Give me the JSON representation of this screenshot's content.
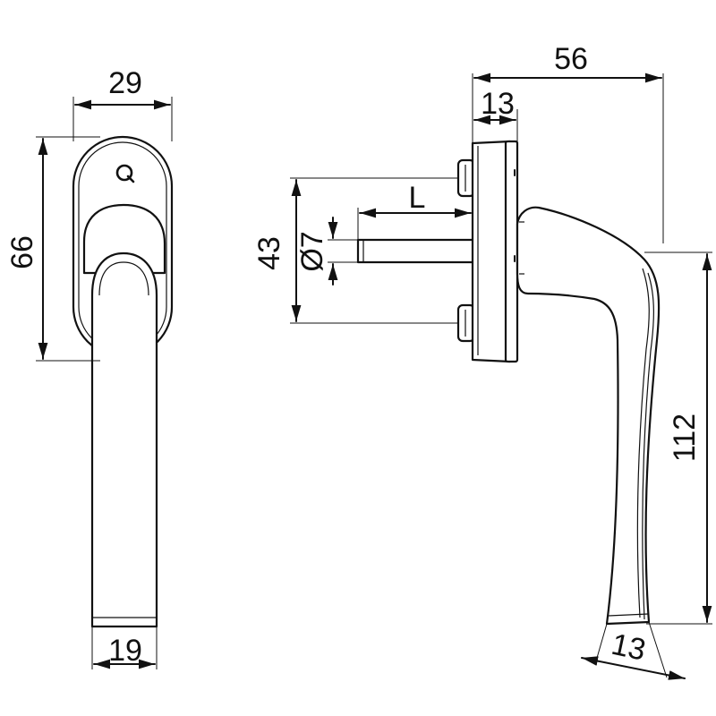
{
  "dimensions": {
    "front_width": "29",
    "front_height": "66",
    "grip_width": "19",
    "side_total_width": "56",
    "rose_depth": "13",
    "spindle_length": "L",
    "screw_spacing": "43",
    "spindle_diameter": "Ø7",
    "handle_height": "112",
    "tip_width": "13"
  },
  "colors": {
    "stroke": "#111111",
    "background": "#ffffff"
  }
}
